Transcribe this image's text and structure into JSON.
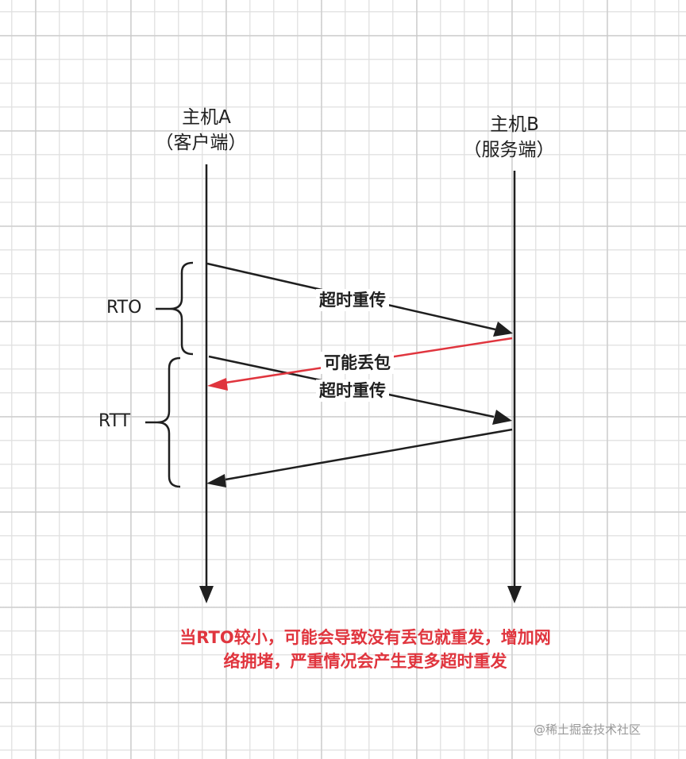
{
  "hosts": {
    "a": {
      "title": "主机A",
      "subtitle": "（客户端）"
    },
    "b": {
      "title": "主机B",
      "subtitle": "（服务端）"
    }
  },
  "intervals": {
    "rto": "RTO",
    "rtt": "RTT"
  },
  "messages": [
    {
      "label": "超时重传",
      "direction": "A→B",
      "color": "#1f1f1f"
    },
    {
      "label": "可能丢包",
      "direction": "B→A",
      "color": "#e0353e"
    },
    {
      "label": "超时重传",
      "direction": "A→B",
      "color": "#1f1f1f"
    },
    {
      "label": "",
      "direction": "B→A",
      "color": "#1f1f1f"
    }
  ],
  "note": {
    "line1": "当RTO较小，可能会导致没有丢包就重发，增加网",
    "line2": "络拥堵，严重情况会产生更多超时重发",
    "color": "#e0353e"
  },
  "watermark": "@稀土掘金技术社区"
}
